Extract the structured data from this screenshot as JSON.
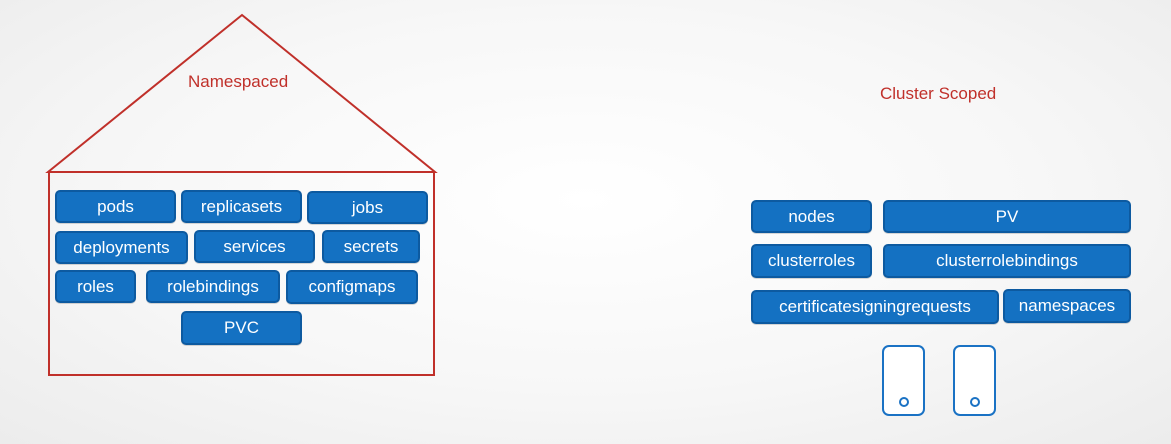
{
  "namespaced": {
    "title": "Namespaced",
    "resources": [
      "pods",
      "replicasets",
      "jobs",
      "deployments",
      "services",
      "secrets",
      "roles",
      "rolebindings",
      "configmaps",
      "PVC"
    ]
  },
  "cluster_scoped": {
    "title": "Cluster Scoped",
    "resources": [
      "nodes",
      "PV",
      "clusterroles",
      "clusterrolebindings",
      "certificatesigningrequests",
      "namespaces"
    ]
  },
  "colors": {
    "outline": "#c0302a",
    "chip_fill": "#1471c2",
    "chip_border": "#0d5aa0",
    "device": "#1a72c4"
  },
  "icons": [
    "device-icon",
    "device-icon"
  ]
}
